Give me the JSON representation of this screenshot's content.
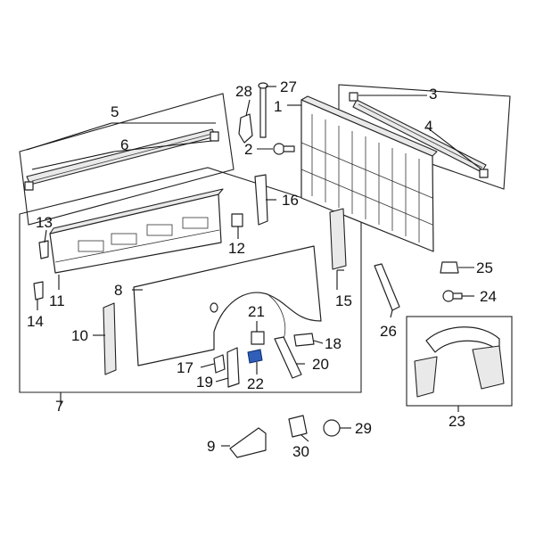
{
  "callouts": {
    "c1": "1",
    "c2": "2",
    "c3": "3",
    "c4": "4",
    "c5": "5",
    "c6": "6",
    "c7": "7",
    "c8": "8",
    "c9": "9",
    "c10": "10",
    "c11": "11",
    "c12": "12",
    "c13": "13",
    "c14": "14",
    "c15": "15",
    "c16": "16",
    "c17": "17",
    "c18": "18",
    "c19": "19",
    "c20": "20",
    "c21": "21",
    "c22": "22",
    "c23": "23",
    "c24": "24",
    "c25": "25",
    "c26": "26",
    "c27": "27",
    "c28": "28",
    "c29": "29",
    "c30": "30"
  },
  "highlighted_part": "22",
  "colors": {
    "highlight": "#2f5fb8",
    "line": "#222222",
    "background": "#ffffff"
  }
}
